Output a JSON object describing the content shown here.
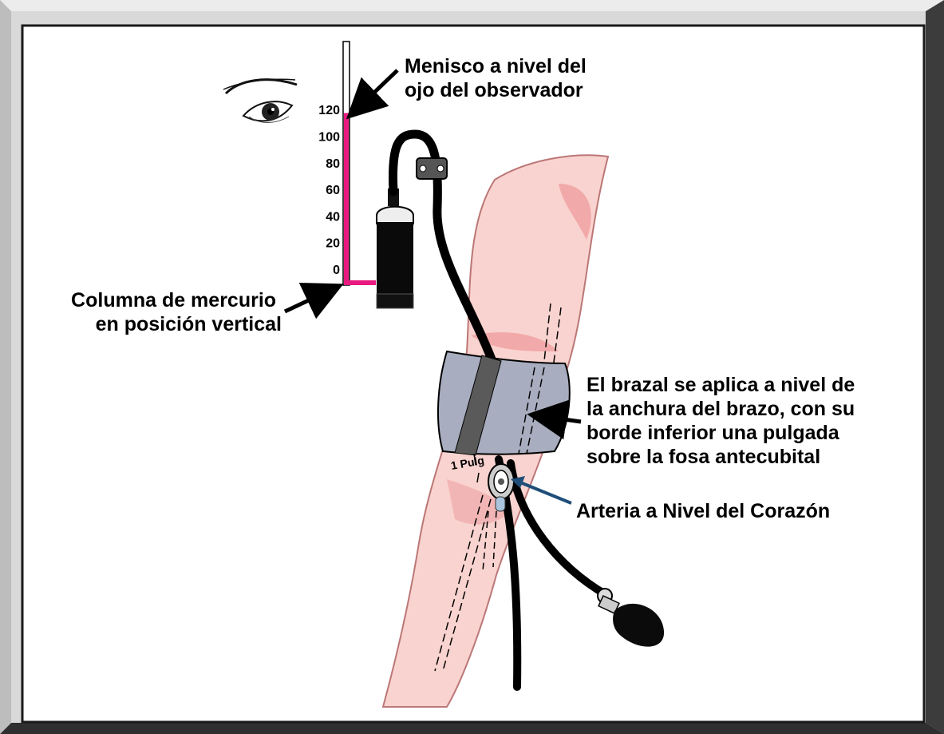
{
  "scale": {
    "ticks": [
      "120",
      "100",
      "80",
      "60",
      "40",
      "20",
      "0"
    ],
    "mercury_level": 118
  },
  "labels": {
    "meniscus": [
      "Menisco a nivel del",
      "ojo del observador"
    ],
    "column": [
      "Columna de mercurio",
      "en posición vertical"
    ],
    "cuff": [
      "El brazal se aplica a nivel de",
      "la anchura del brazo, con su",
      "borde inferior una pulgada",
      "sobre la fosa antecubital"
    ],
    "artery": "Arteria a Nivel del Corazón",
    "inch": "1 Pulg"
  },
  "colors": {
    "mercury": "#e8197f",
    "skin": "#f9d3cf",
    "skin_shadow": "#f2a9a9",
    "cuff": "#a8adbf",
    "cuff_band": "#5a5a5a",
    "artery_arrow": "#1f4e79",
    "frame_face": "#d8d8d8",
    "frame_dark": "#3c3c3c"
  }
}
